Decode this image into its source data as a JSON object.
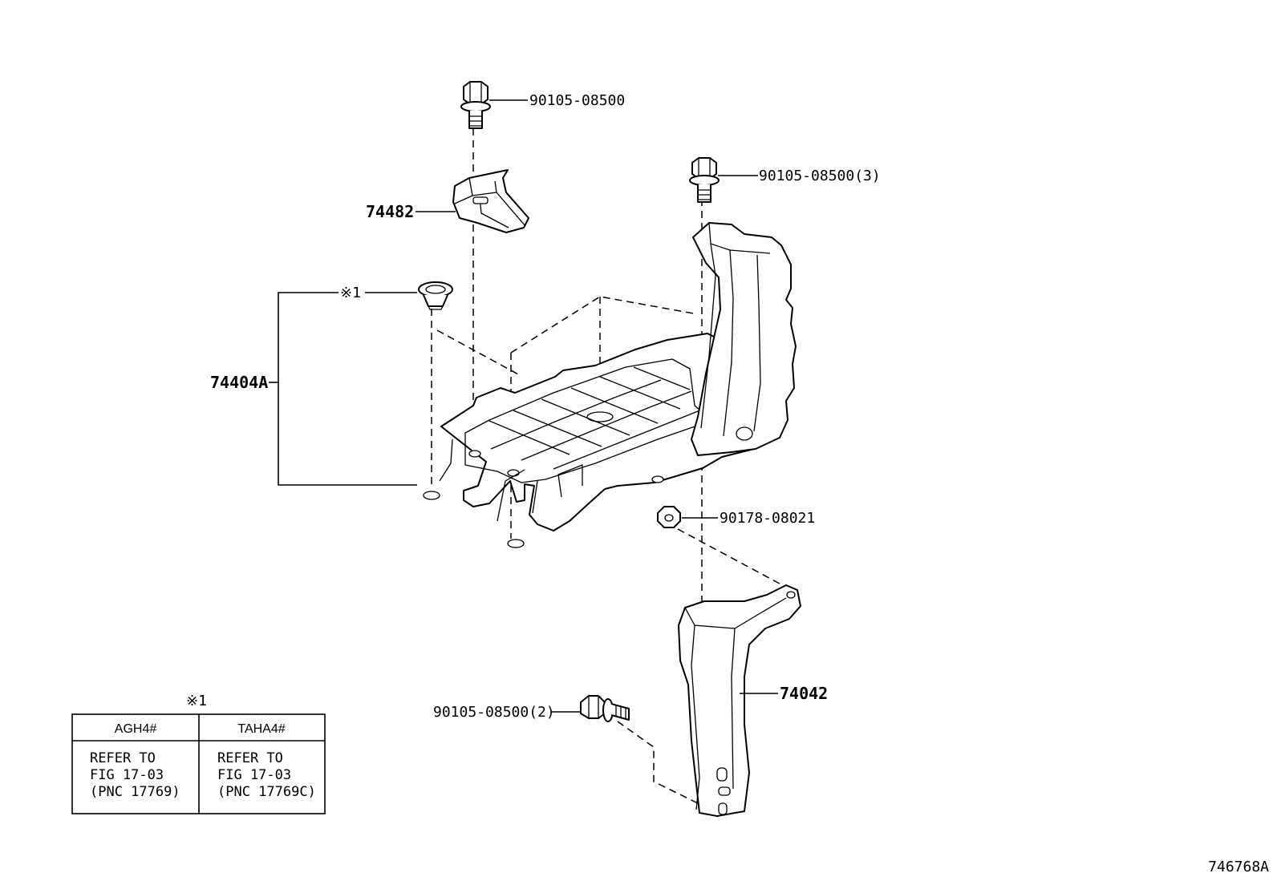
{
  "labels": {
    "bolt_top": "90105-08500",
    "bolt_right": "90105-08500(3)",
    "bracket_small": "74482",
    "note_mark": "※1",
    "tray_assembly": "74404A",
    "nut": "90178-08021",
    "bolt_bottom": "90105-08500(2)",
    "lower_bracket": "74042",
    "figure_id": "746768A"
  },
  "note_table": {
    "mark": "※1",
    "columns": [
      {
        "header": "AGH4#",
        "lines": [
          "REFER TO",
          "FIG 17-03",
          "(PNC 17769)"
        ]
      },
      {
        "header": "TAHA4#",
        "lines": [
          "REFER TO",
          "FIG 17-03",
          "(PNC 17769C)"
        ]
      }
    ]
  }
}
